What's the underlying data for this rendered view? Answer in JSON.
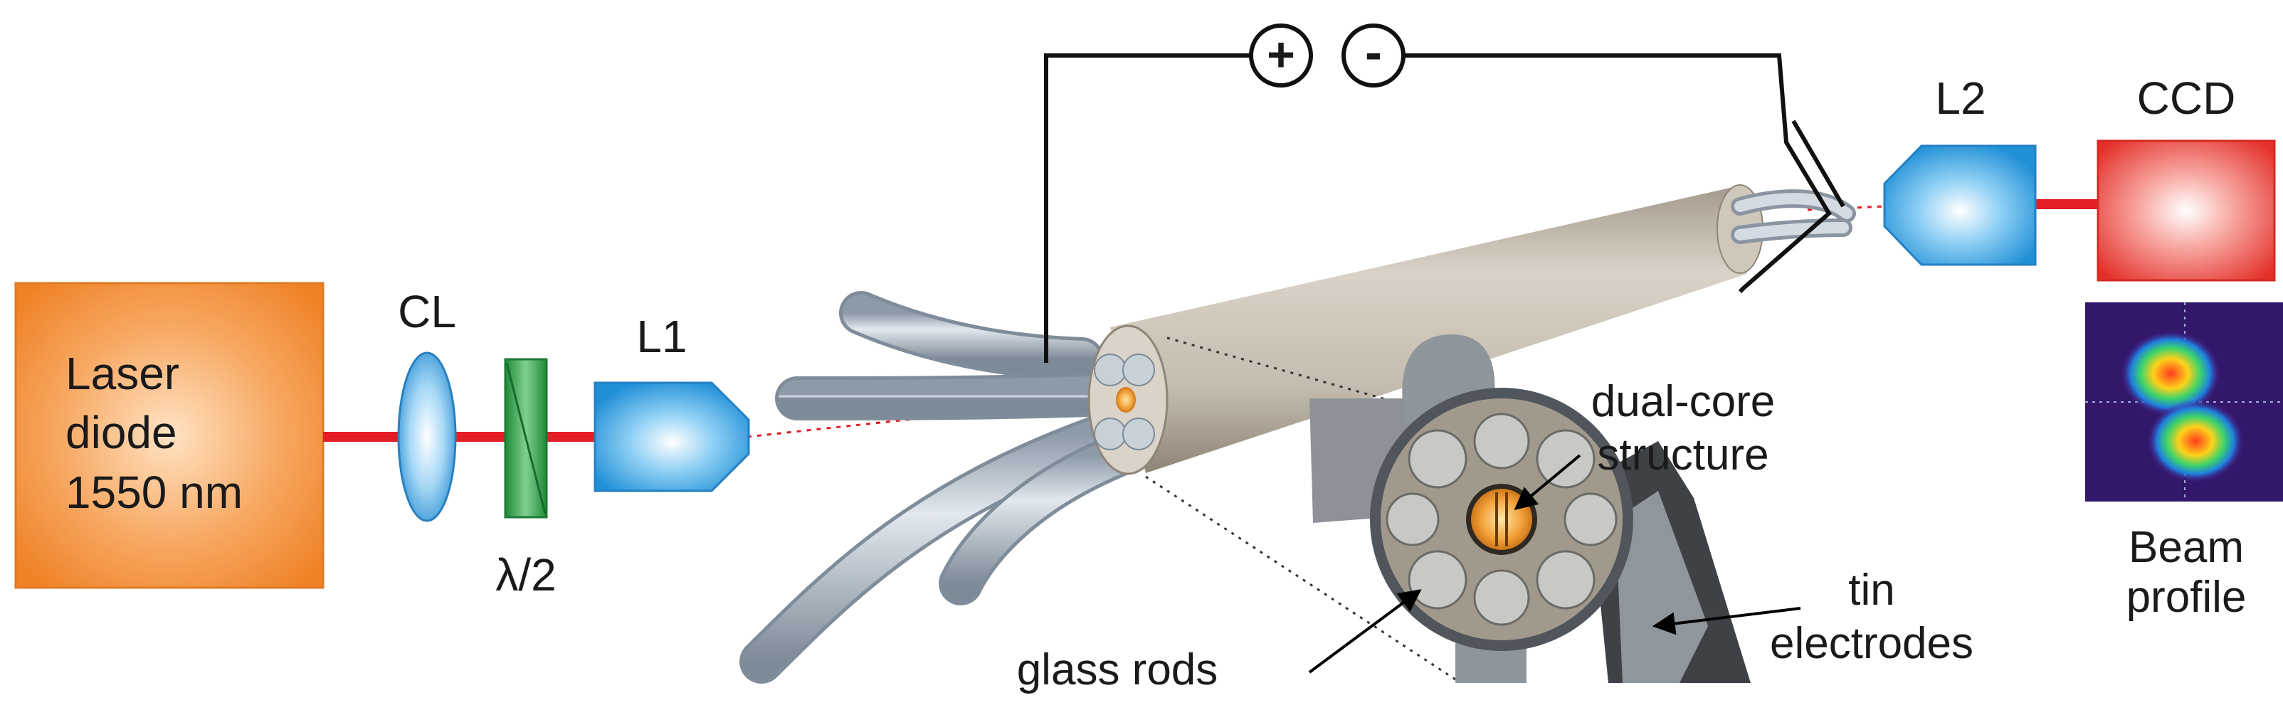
{
  "labels": {
    "laser_line1": "Laser",
    "laser_line2": "diode",
    "laser_line3": "1550 nm",
    "cl": "CL",
    "half_wave": "λ/2",
    "l1": "L1",
    "l2": "L2",
    "ccd": "CCD",
    "beam_line1": "Beam",
    "beam_line2": "profile",
    "plus": "+",
    "minus": "-",
    "dual_core_line1": "dual-core",
    "dual_core_line2": "structure",
    "tin_line1": "tin",
    "tin_line2": "electrodes",
    "glass_rods": "glass rods"
  },
  "colors": {
    "laser": "#f2913a",
    "beam": "#e31e24",
    "lens": "#3aa7e6",
    "waveplate": "#2e9e46",
    "ccd": "#e8392b",
    "fiber": "#b9b0a2",
    "electrode": "#8f969b",
    "wire": "#111111"
  }
}
